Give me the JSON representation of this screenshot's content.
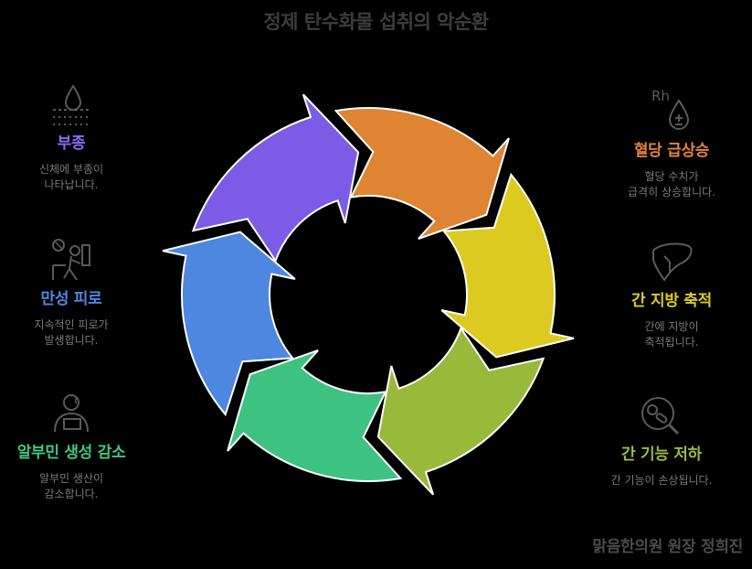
{
  "title": "정제 탄수화물 섭취의 악순환",
  "credit": "맑음한의원 원장 정희진",
  "colors": {
    "orange": "#df8432",
    "yellow": "#dcca20",
    "green": "#99b93a",
    "teal": "#3ec281",
    "blue": "#4e87e0",
    "purple": "#7c5ce6",
    "icon": "#5a5a5a",
    "background": "#000000"
  },
  "steps": [
    {
      "label": "혈당 급상승",
      "desc": "혈당 수치가\n급격히 상승합니다.",
      "icon": "blood-drop-rh-icon",
      "color": "#e0843a"
    },
    {
      "label": "간 지방 축적",
      "desc": "간에 지방이\n축적됩니다.",
      "icon": "liver-icon",
      "color": "#ddcb22"
    },
    {
      "label": "간 기능 저하",
      "desc": "간 기능이 손상됩니다.",
      "icon": "pills-magnifier-icon",
      "color": "#98bb3a"
    },
    {
      "label": "알부민 생성 감소",
      "desc": "알부민 생산이\n감소합니다.",
      "icon": "person-laptop-icon",
      "color": "#3fc683"
    },
    {
      "label": "만성 피로",
      "desc": "지속적인 피로가\n발생합니다.",
      "icon": "tired-person-icon",
      "color": "#4e87e0"
    },
    {
      "label": "부종",
      "desc": "신체에 부종이\n나타납니다.",
      "icon": "swelling-drop-icon",
      "color": "#8a6cf0"
    }
  ]
}
